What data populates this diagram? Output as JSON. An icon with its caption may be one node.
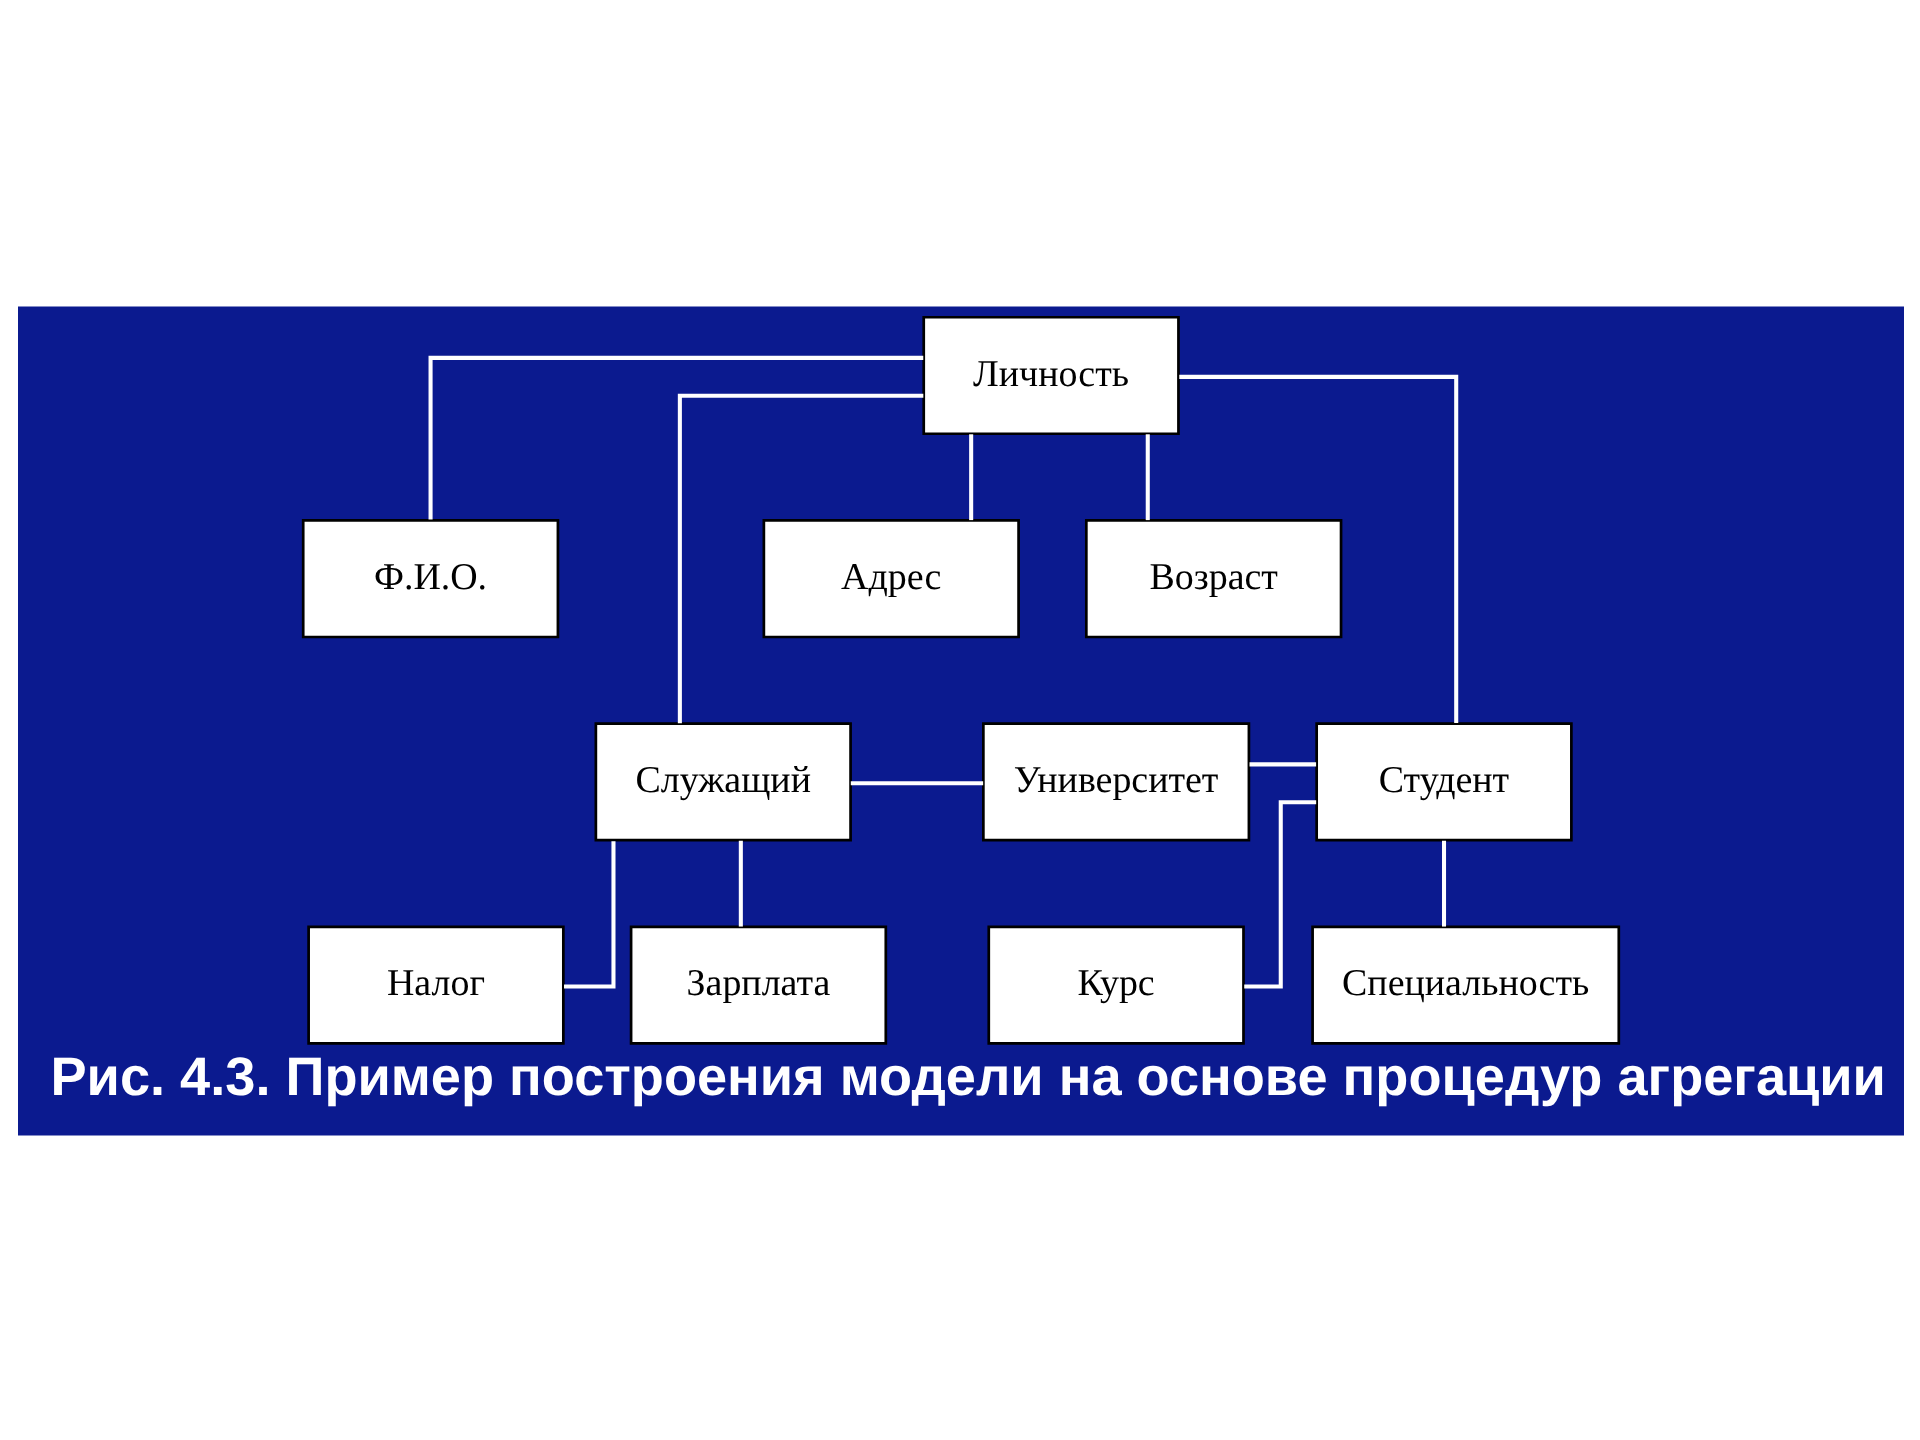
{
  "diagram": {
    "caption": "Рис. 4.3. Пример построения модели на основе процедур агрегации",
    "nodes": [
      {
        "text": [
          "Личность"
        ]
      },
      {
        "text": [
          "Ф.И.О."
        ]
      },
      {
        "text": [
          "Возраст"
        ]
      },
      {
        "text": [
          "Адрес"
        ]
      },
      {
        "text": [
          "Служащий"
        ]
      },
      {
        "text": [
          "Университет"
        ]
      },
      {
        "text": [
          "Студент"
        ]
      },
      {
        "text": [
          "Зарплата"
        ]
      },
      {
        "text": [
          "Налог"
        ]
      },
      {
        "text": [
          "Курс"
        ]
      },
      {
        "text": [
          "Специальность"
        ]
      }
    ],
    "edges": [
      {
        "from": 0,
        "to": 1,
        "arrow": "none"
      },
      {
        "from": 0,
        "to": 2,
        "arrow": "none"
      },
      {
        "from": 0,
        "to": 3,
        "arrow": "none"
      },
      {
        "from": 0,
        "to": 4,
        "arrow": "none"
      },
      {
        "from": 0,
        "to": 6,
        "arrow": "none"
      },
      {
        "from": 4,
        "to": 5,
        "arrow": "none"
      },
      {
        "from": 5,
        "to": 6,
        "arrow": "none"
      },
      {
        "from": 4,
        "to": 7,
        "arrow": "none"
      },
      {
        "from": 4,
        "to": 8,
        "arrow": "none"
      },
      {
        "from": 6,
        "to": 9,
        "arrow": "none"
      },
      {
        "from": 6,
        "to": 10,
        "arrow": "none"
      }
    ]
  }
}
